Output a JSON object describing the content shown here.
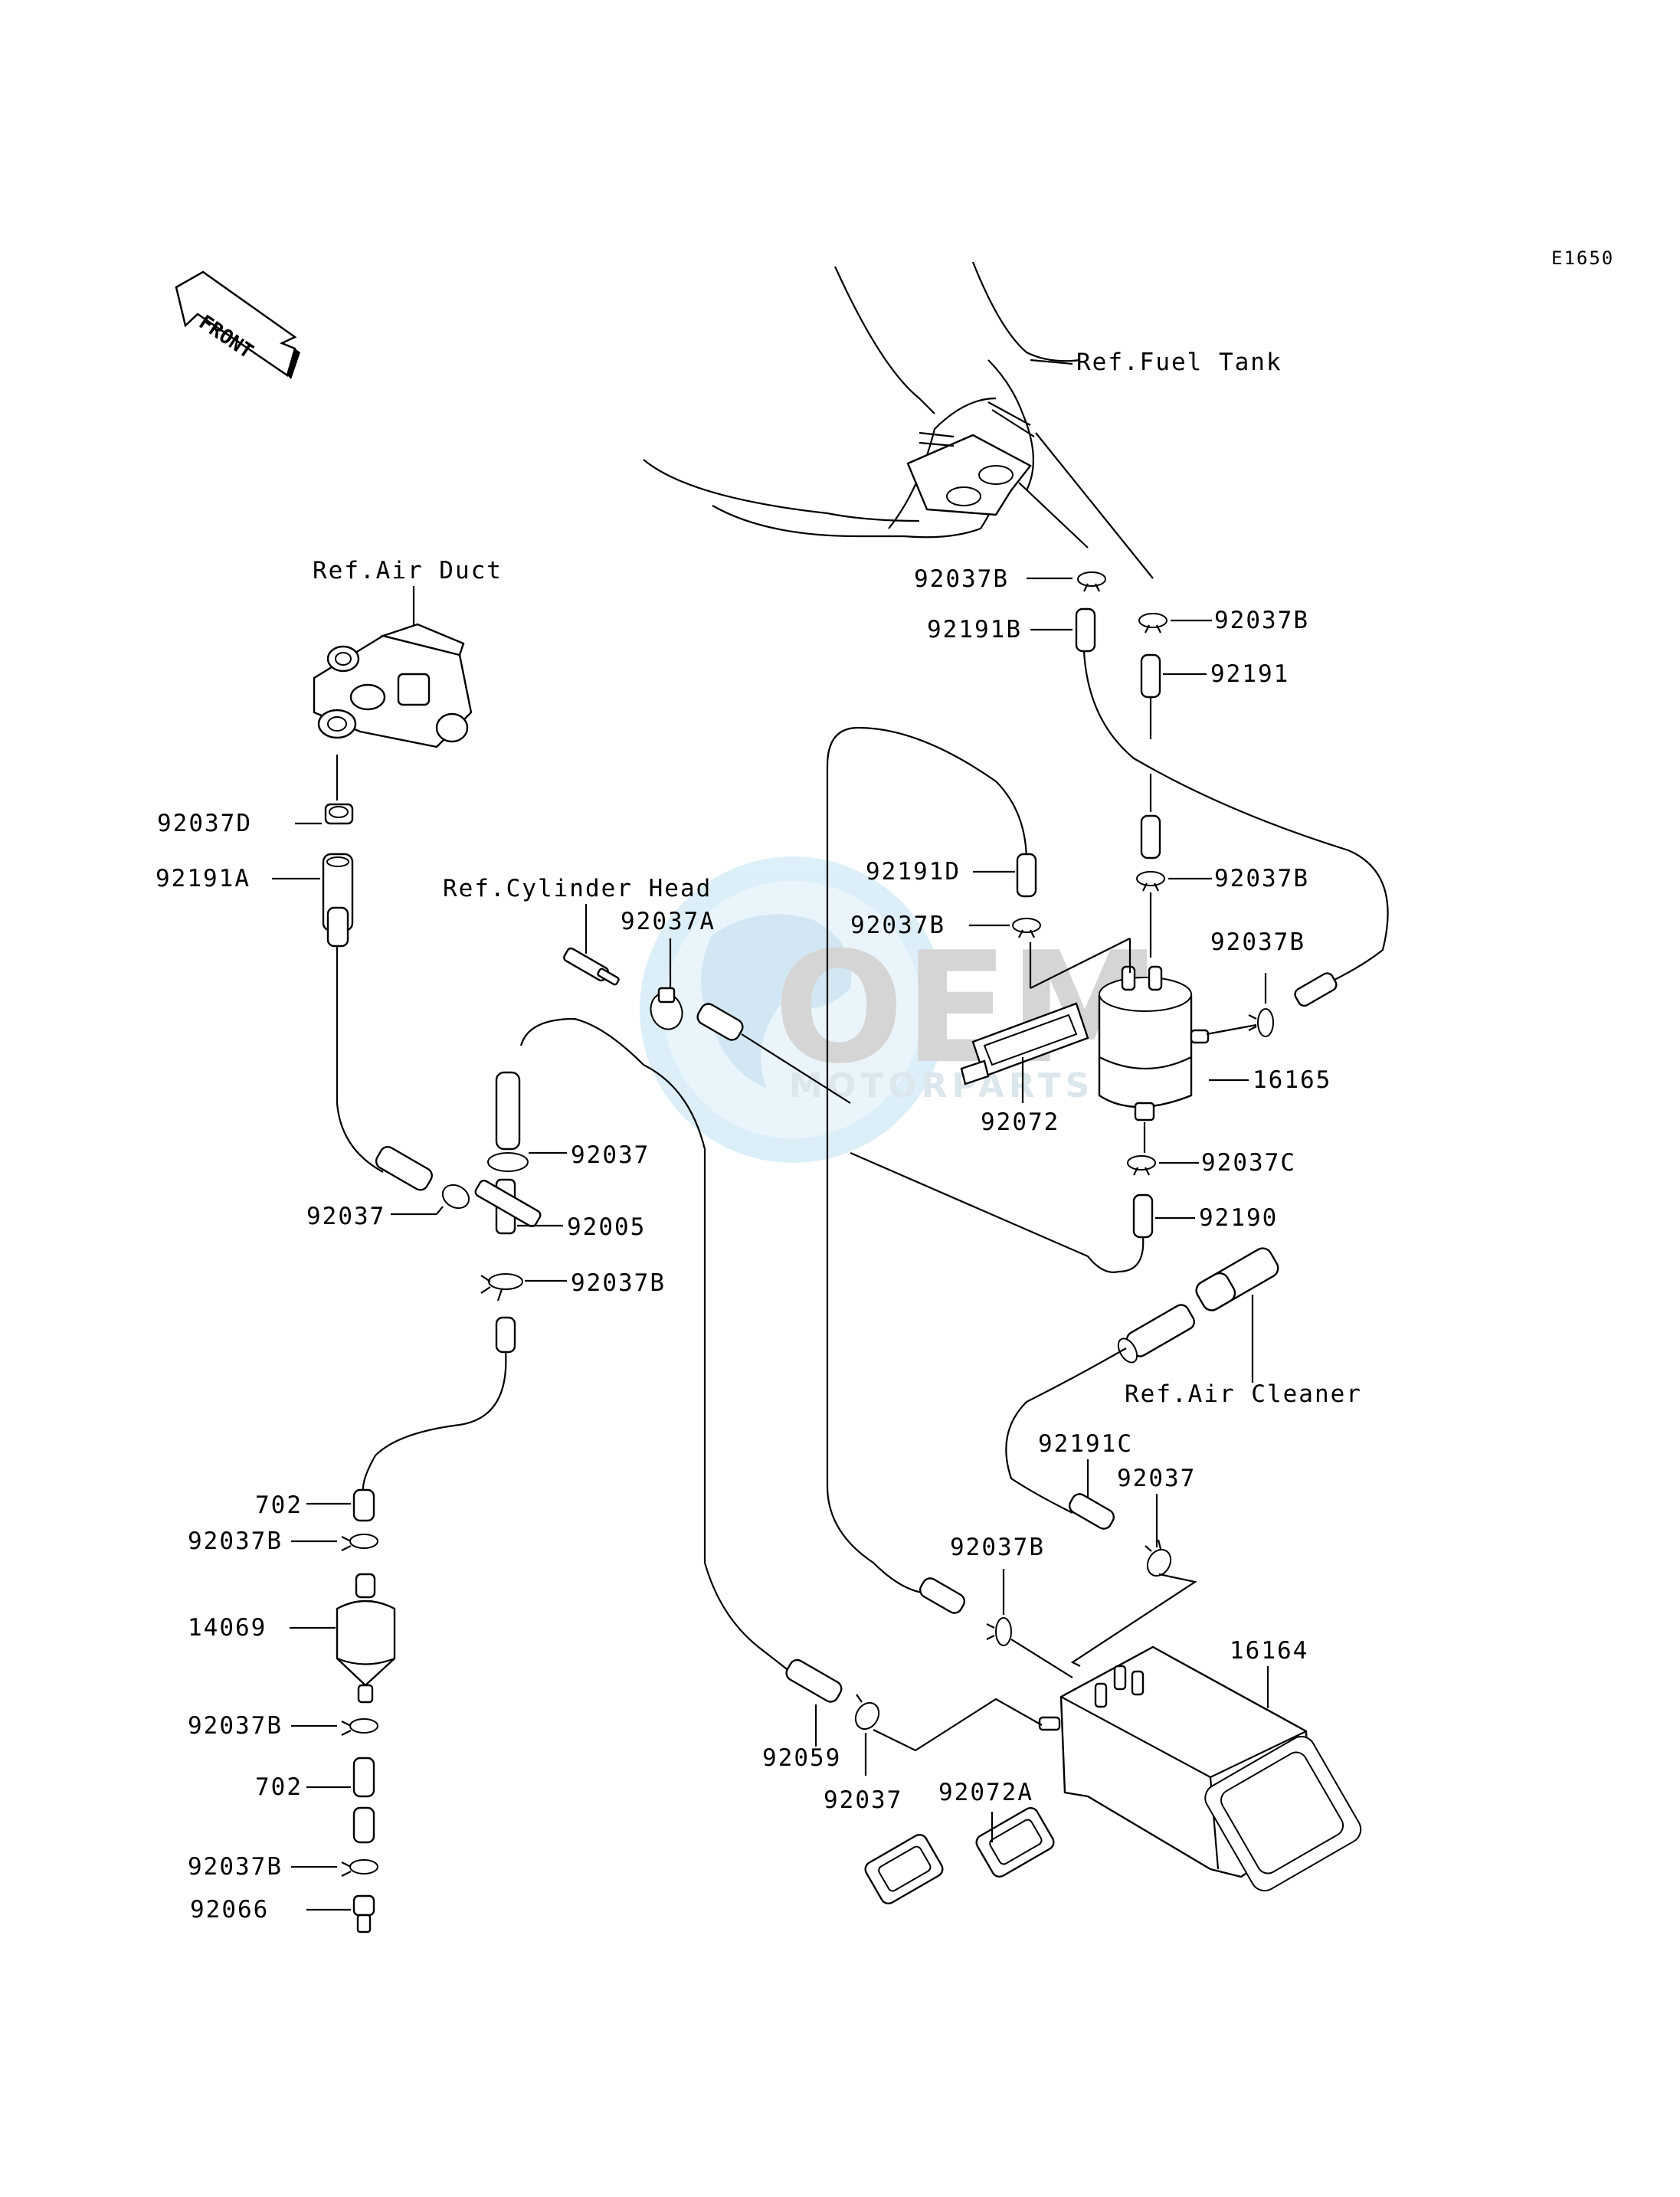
{
  "diagram_code": "E1650",
  "front_arrow": "FRONT",
  "watermark": {
    "brand": "OEM",
    "sub": "MOTORPARTS"
  },
  "refs": {
    "fuel_tank": "Ref.Fuel Tank",
    "air_duct": "Ref.Air Duct",
    "cylinder_head": "Ref.Cylinder Head",
    "air_cleaner": "Ref.Air Cleaner"
  },
  "labels": {
    "p92037B_1": "92037B",
    "p92037B_2": "92037B",
    "p92191B": "92191B",
    "p92191": "92191",
    "p92037D": "92037D",
    "p92191A": "92191A",
    "p92191D": "92191D",
    "p92037B_3": "92037B",
    "p92037B_4": "92037B",
    "p92037A": "92037A",
    "p92037B_5": "92037B",
    "p16165": "16165",
    "p92072": "92072",
    "p92037_1": "92037",
    "p92037C": "92037C",
    "p92037_2": "92037",
    "p92005": "92005",
    "p92190": "92190",
    "p92037B_6": "92037B",
    "p92191C": "92191C",
    "p92037_3": "92037",
    "p702_1": "702",
    "p92037B_7": "92037B",
    "p92037B_8": "92037B",
    "p14069": "14069",
    "p16164": "16164",
    "p92059": "92059",
    "p92037_4": "92037",
    "p92037B_9": "92037B",
    "p702_2": "702",
    "p92072A": "92072A",
    "p92037B_10": "92037B",
    "p92066": "92066"
  }
}
